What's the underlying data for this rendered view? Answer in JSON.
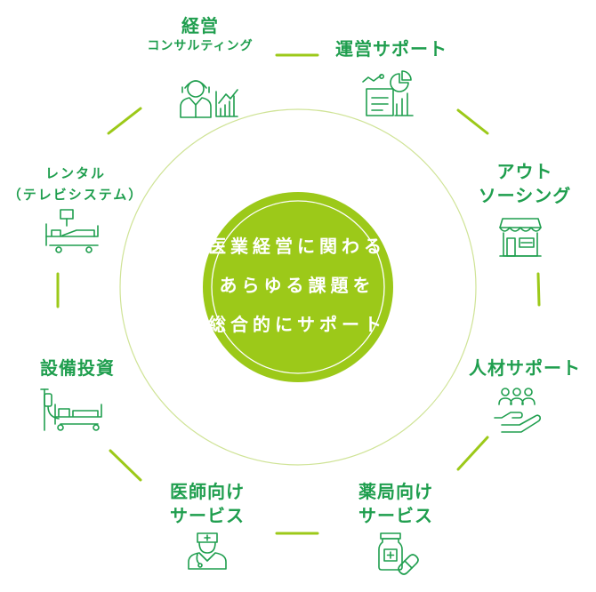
{
  "center": {
    "lines": [
      "医業経営に関わる",
      "あらゆる課題を",
      "総合的にサポート"
    ]
  },
  "services": [
    {
      "id": "management-consulting",
      "lines": [
        "経営",
        "コンサルティング"
      ],
      "icon": "consultant-chart-icon"
    },
    {
      "id": "operation-support",
      "lines": [
        "運営サポート"
      ],
      "icon": "analytics-report-icon"
    },
    {
      "id": "outsourcing",
      "lines": [
        "アウト",
        "ソーシング"
      ],
      "icon": "storefront-icon"
    },
    {
      "id": "hr-support",
      "lines": [
        "人材サポート"
      ],
      "icon": "people-hand-icon"
    },
    {
      "id": "pharmacy-services",
      "lines": [
        "薬局向け",
        "サービス"
      ],
      "icon": "medicine-bottle-pill-icon"
    },
    {
      "id": "physician-services",
      "lines": [
        "医師向け",
        "サービス"
      ],
      "icon": "doctor-icon"
    },
    {
      "id": "equipment-investment",
      "lines": [
        "設備投資"
      ],
      "icon": "hospital-bed-iv-icon"
    },
    {
      "id": "rental-tv",
      "lines": [
        "レンタル",
        "（テレビシステム）"
      ],
      "icon": "hospital-bed-monitor-icon"
    }
  ],
  "colors": {
    "brand_green": "#1f9e4e",
    "center_fill": "#9cc919",
    "ring_stroke": "#9cc919",
    "inner_ring": "#c9e08a",
    "icon_stroke": "#1f9e4e"
  }
}
